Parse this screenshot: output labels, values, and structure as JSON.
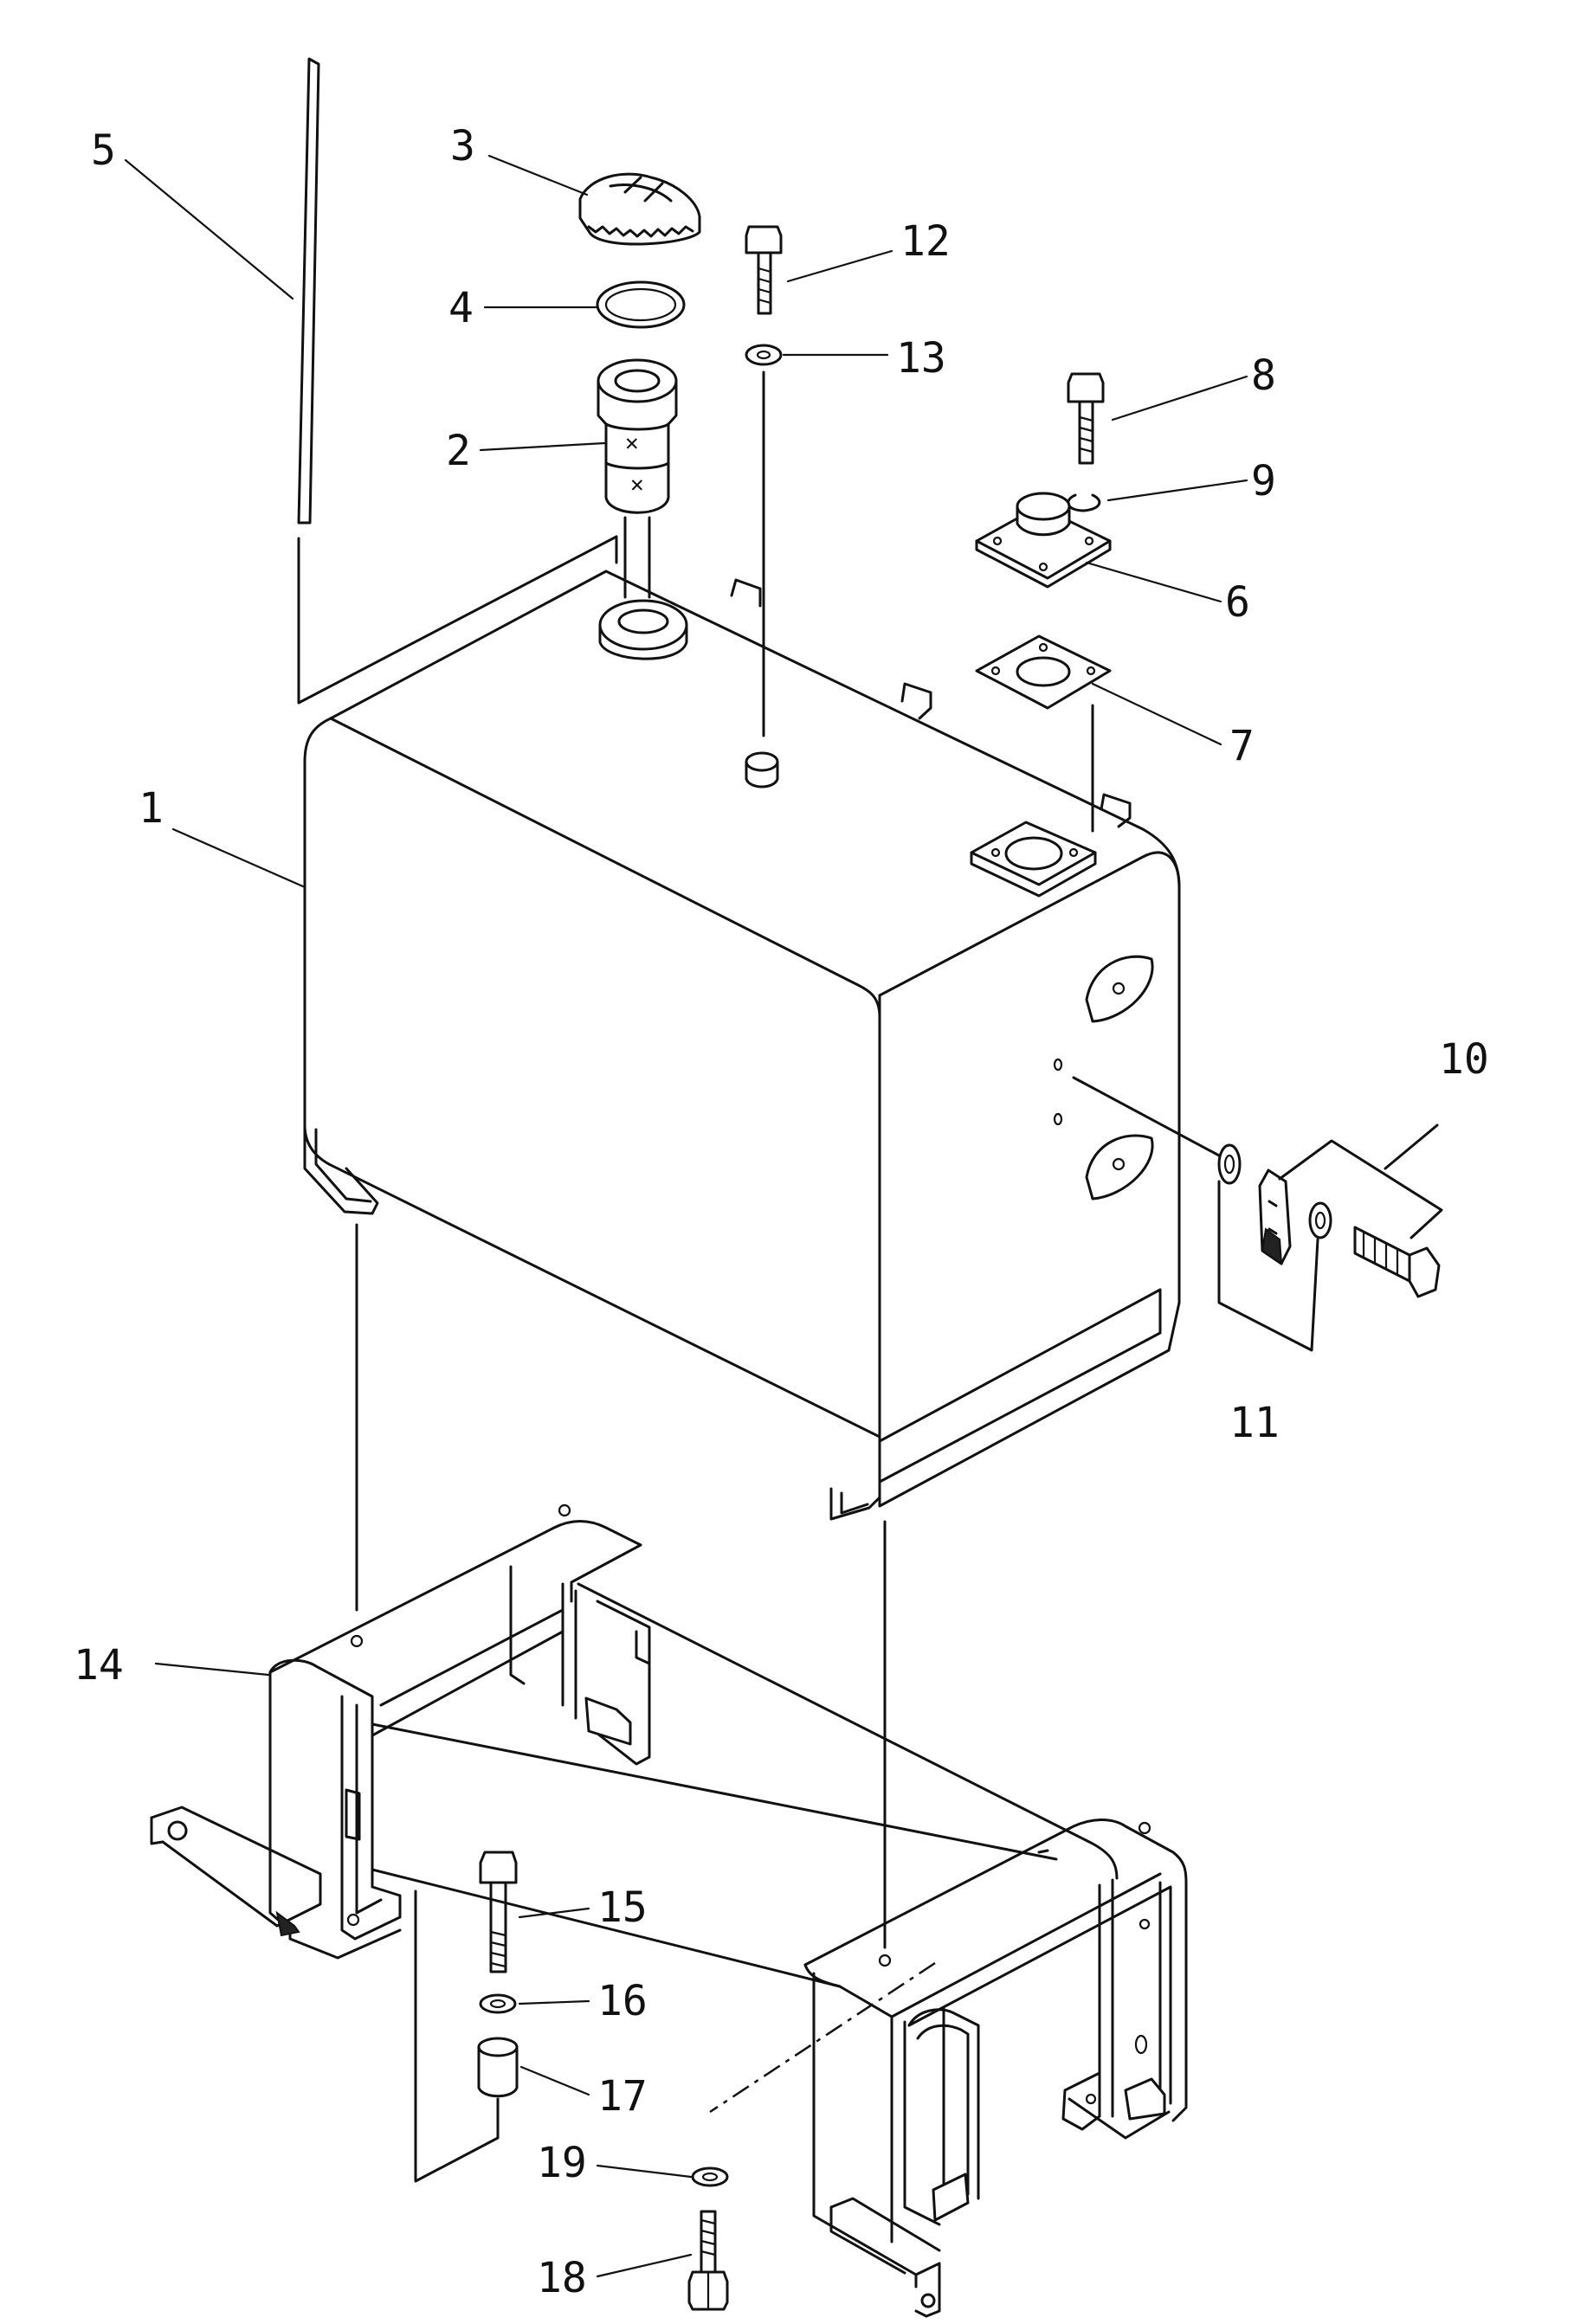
{
  "labels": {
    "p1": "1",
    "p2": "2",
    "p3": "3",
    "p4": "4",
    "p5": "5",
    "p6": "6",
    "p7": "7",
    "p8": "8",
    "p9": "9",
    "p10": "10",
    "p11": "11",
    "p12": "12",
    "p13": "13",
    "p14": "14",
    "p15": "15",
    "p16": "16",
    "p17": "17",
    "p18": "18",
    "p19": "19"
  }
}
